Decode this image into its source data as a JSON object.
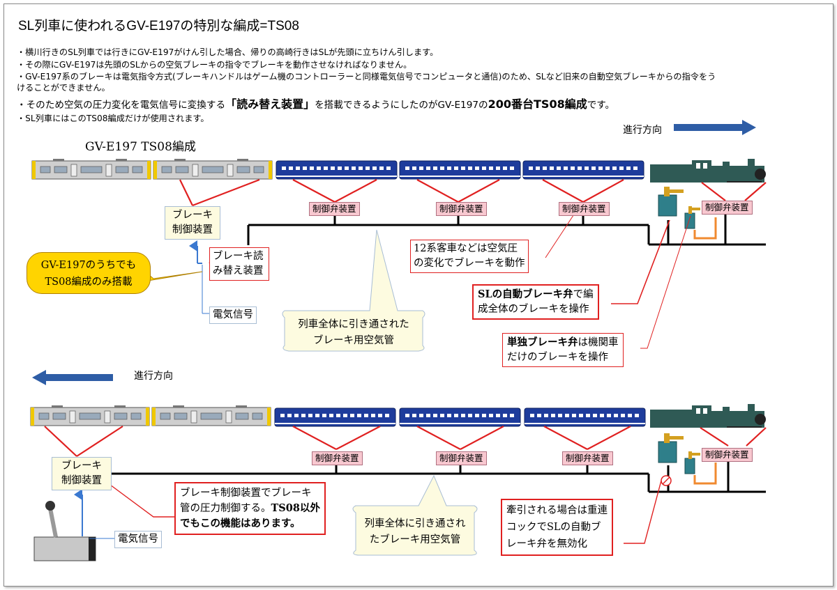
{
  "title": "SL列車に使われるGV-E197の特別な編成=TS08",
  "bullets": [
    "・横川行きのSL列車では行きにGV-E197がけん引した場合、帰りの高崎行きはSLが先頭に立ちけん引します。",
    "・その際にGV-E197は先頭のSLからの空気ブレーキの指令でブレーキを動作させなければなりません。",
    "・GV-E197系のブレーキは電気指令方式(ブレーキハンドルはゲーム機のコントローラーと同様電気信号でコンピュータと通信)のため、SLなど旧来の自動空気ブレーキからの指令をう",
    "けることができません。"
  ],
  "bullet5": {
    "pre": "・そのため空気の圧力変化を電気信号に変換する",
    "em1": "「読み替え装置」",
    "mid": "を搭載できるようにしたのがGV-E197の",
    "em2": "200番台TS08編成",
    "post": "です。"
  },
  "bullet6": "・SL列車にはこのTS08編成だけが使用されます。",
  "top": {
    "direction": "進行方向",
    "formation_label": "GV-E197 TS08編成",
    "brake_ctrl": [
      "ブレーキ",
      "制御装置"
    ],
    "converter": [
      "ブレーキ読",
      "み替え装置"
    ],
    "valve_label": "制御弁装置",
    "gv_note": [
      "GV-E197のうちでも",
      "TS08編成のみ搭載"
    ],
    "signal": "電気信号",
    "pipe_note": [
      "列車全体に引き通された",
      "ブレーキ用空気管"
    ],
    "coach_note": [
      "12系客車などは空気圧",
      "の変化でブレーキを動作"
    ],
    "auto_valve": {
      "bold": "SLの自動ブレーキ弁",
      "rest1": "で編",
      "rest2": "成全体のブレーキを操作"
    },
    "indep_valve": {
      "bold": "単独ブレーキ弁",
      "rest1": "は機関車",
      "rest2": "だけのブレーキを操作"
    }
  },
  "bottom": {
    "direction": "進行方向",
    "brake_ctrl": [
      "ブレーキ",
      "制御装置"
    ],
    "valve_label": "制御弁装置",
    "signal": "電気信号",
    "ctrl_note": {
      "l1": "ブレーキ制御装置でブレーキ",
      "l2pre": "管の圧力制御する。",
      "l2bold": "TS08以外",
      "l3": "でもこの機能はあります。"
    },
    "pipe_note": [
      "列車全体に引き通され",
      "たブレーキ用空気管"
    ],
    "cock_note": [
      "牽引される場合は重連",
      "コックでSLの自動ブ",
      "レーキ弁を無効化"
    ]
  },
  "colors": {
    "arrow": "#2e5da6",
    "red": "#e02020",
    "valve_fill": "#f8c8d0",
    "coach": "#1e3c9c",
    "dmu": "#c8c8c8",
    "loco": "#2f5a55",
    "yellow_note": "#ffd400"
  }
}
